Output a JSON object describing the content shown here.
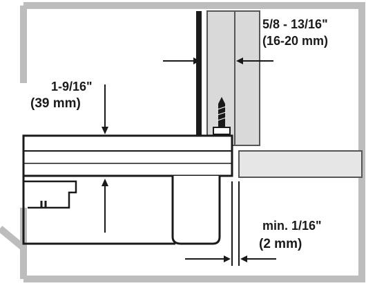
{
  "labels": {
    "cabinet_gap": "5/8 - 13/16\"",
    "cabinet_gap_mm": "(16-20 mm)",
    "height": "1-9/16\"",
    "height_mm": "(39 mm)",
    "min_gap": "min. 1/16\"",
    "min_gap_mm": "(2 mm)"
  },
  "colors": {
    "frame": "#bdbdbd",
    "panel_gray": "#d9d9d9",
    "panel_stroke": "#555555",
    "outline": "#1a1a1a",
    "background": "#ffffff"
  },
  "icons": [
    "screw-icon"
  ]
}
